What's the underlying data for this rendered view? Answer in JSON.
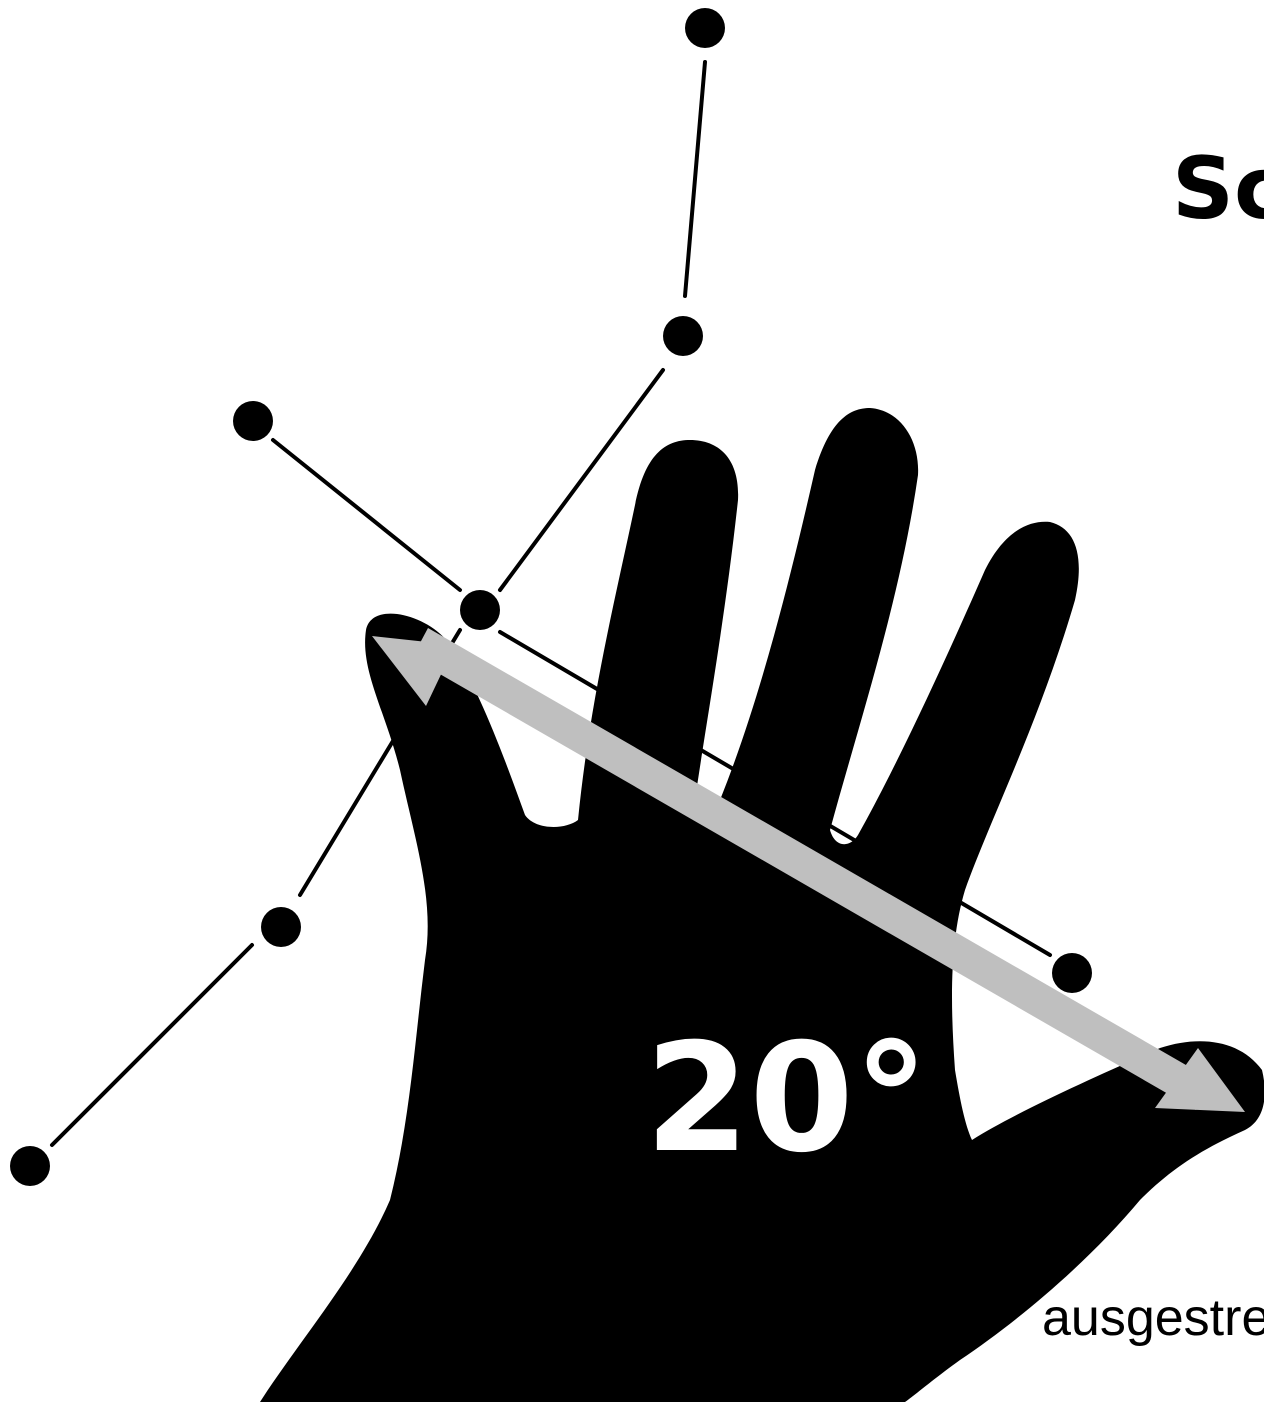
{
  "title_fragment": "Sc",
  "angle": {
    "label": "20°",
    "value_degrees": 20
  },
  "caption_fragment": "ausgestre",
  "colors": {
    "background": "#ffffff",
    "hand": "#000000",
    "lines": "#000000",
    "arrow": "#bfbfbf",
    "angle_text": "#ffffff"
  },
  "icons": {
    "hand": "hand-silhouette-icon",
    "arrow": "double-headed-arrow-icon"
  }
}
